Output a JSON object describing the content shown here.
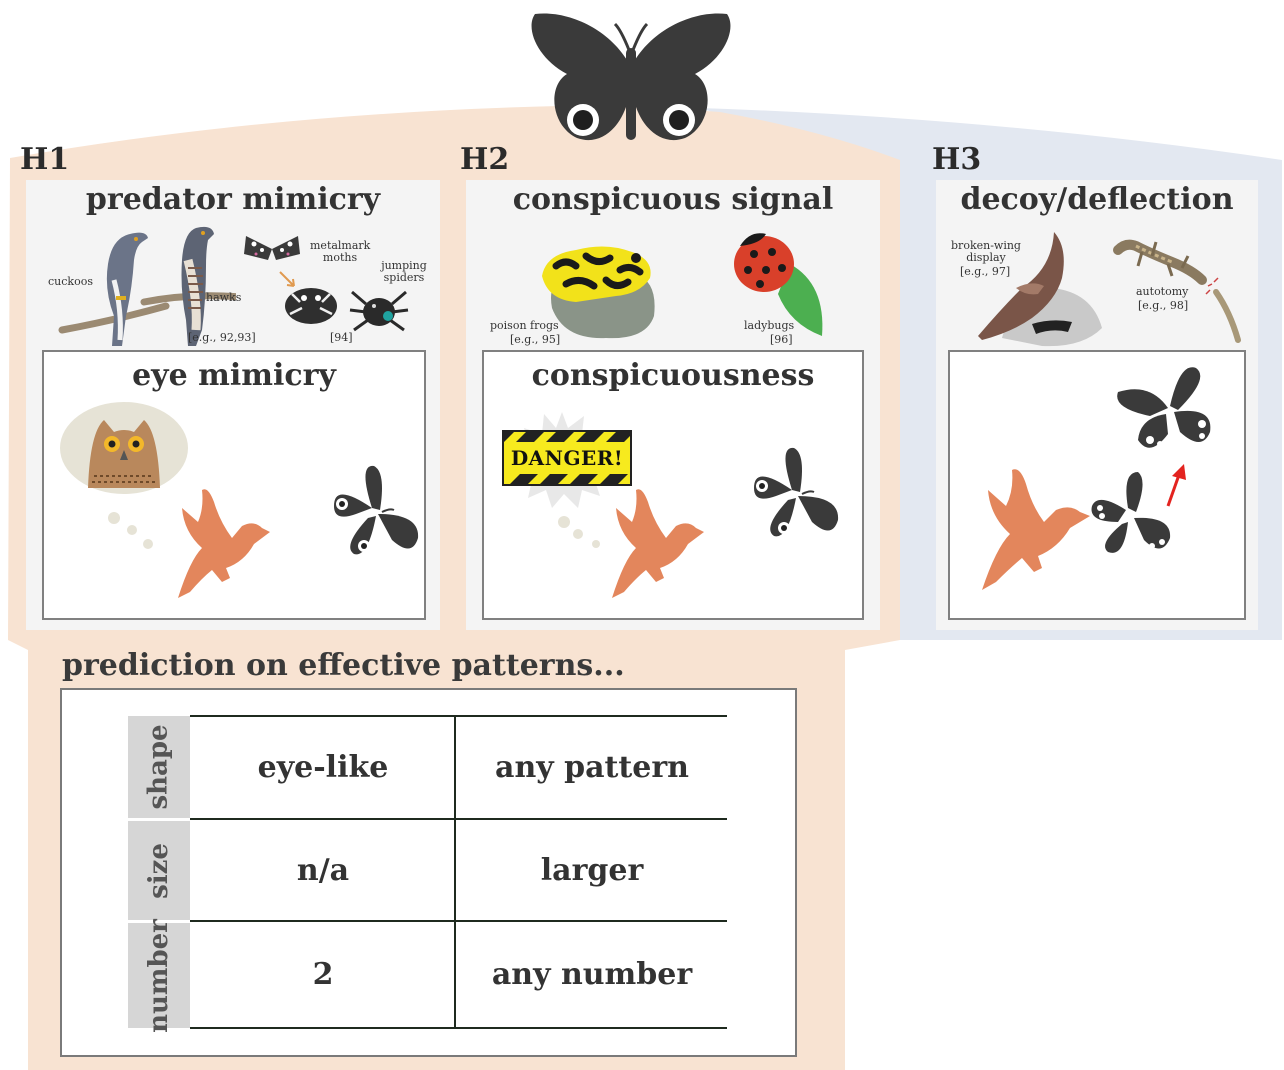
{
  "hypotheses": [
    {
      "label": "H1",
      "title": "predator mimicry",
      "inner_title": "eye mimicry",
      "examples": [
        {
          "text": "cuckoos"
        },
        {
          "text": "hawks"
        },
        {
          "text": "[e.g., 92,93]"
        },
        {
          "text": "metalmark moths"
        },
        {
          "text": "jumping spiders"
        },
        {
          "text": "[94]"
        }
      ]
    },
    {
      "label": "H2",
      "title": "conspicuous signal",
      "inner_title": "conspicuousness",
      "sign_text": "DANGER!",
      "examples": [
        {
          "text": "poison frogs"
        },
        {
          "text": "[e.g., 95]"
        },
        {
          "text": "ladybugs"
        },
        {
          "text": "[96]"
        }
      ]
    },
    {
      "label": "H3",
      "title": "decoy/deflection",
      "inner_title": "",
      "examples": [
        {
          "text": "broken-wing display"
        },
        {
          "text": "[e.g., 97]"
        },
        {
          "text": "autotomy"
        },
        {
          "text": "[e.g., 98]"
        }
      ]
    }
  ],
  "prediction": {
    "title": "prediction on effective patterns...",
    "rows": [
      {
        "label": "shape",
        "h1": "eye-like",
        "h2": "any pattern"
      },
      {
        "label": "size",
        "h1": "n/a",
        "h2": "larger"
      },
      {
        "label": "number",
        "h1": "2",
        "h2": "any number"
      }
    ]
  },
  "colors": {
    "peach_bg": "#f8e3d2",
    "blue_bg": "#e3e8f1",
    "panel_bg": "#f4f4f4",
    "bird": "#e3865c",
    "butterfly": "#3a3a3a",
    "arrow_red": "#e3231f",
    "sign_yellow": "#f7ea1e"
  }
}
